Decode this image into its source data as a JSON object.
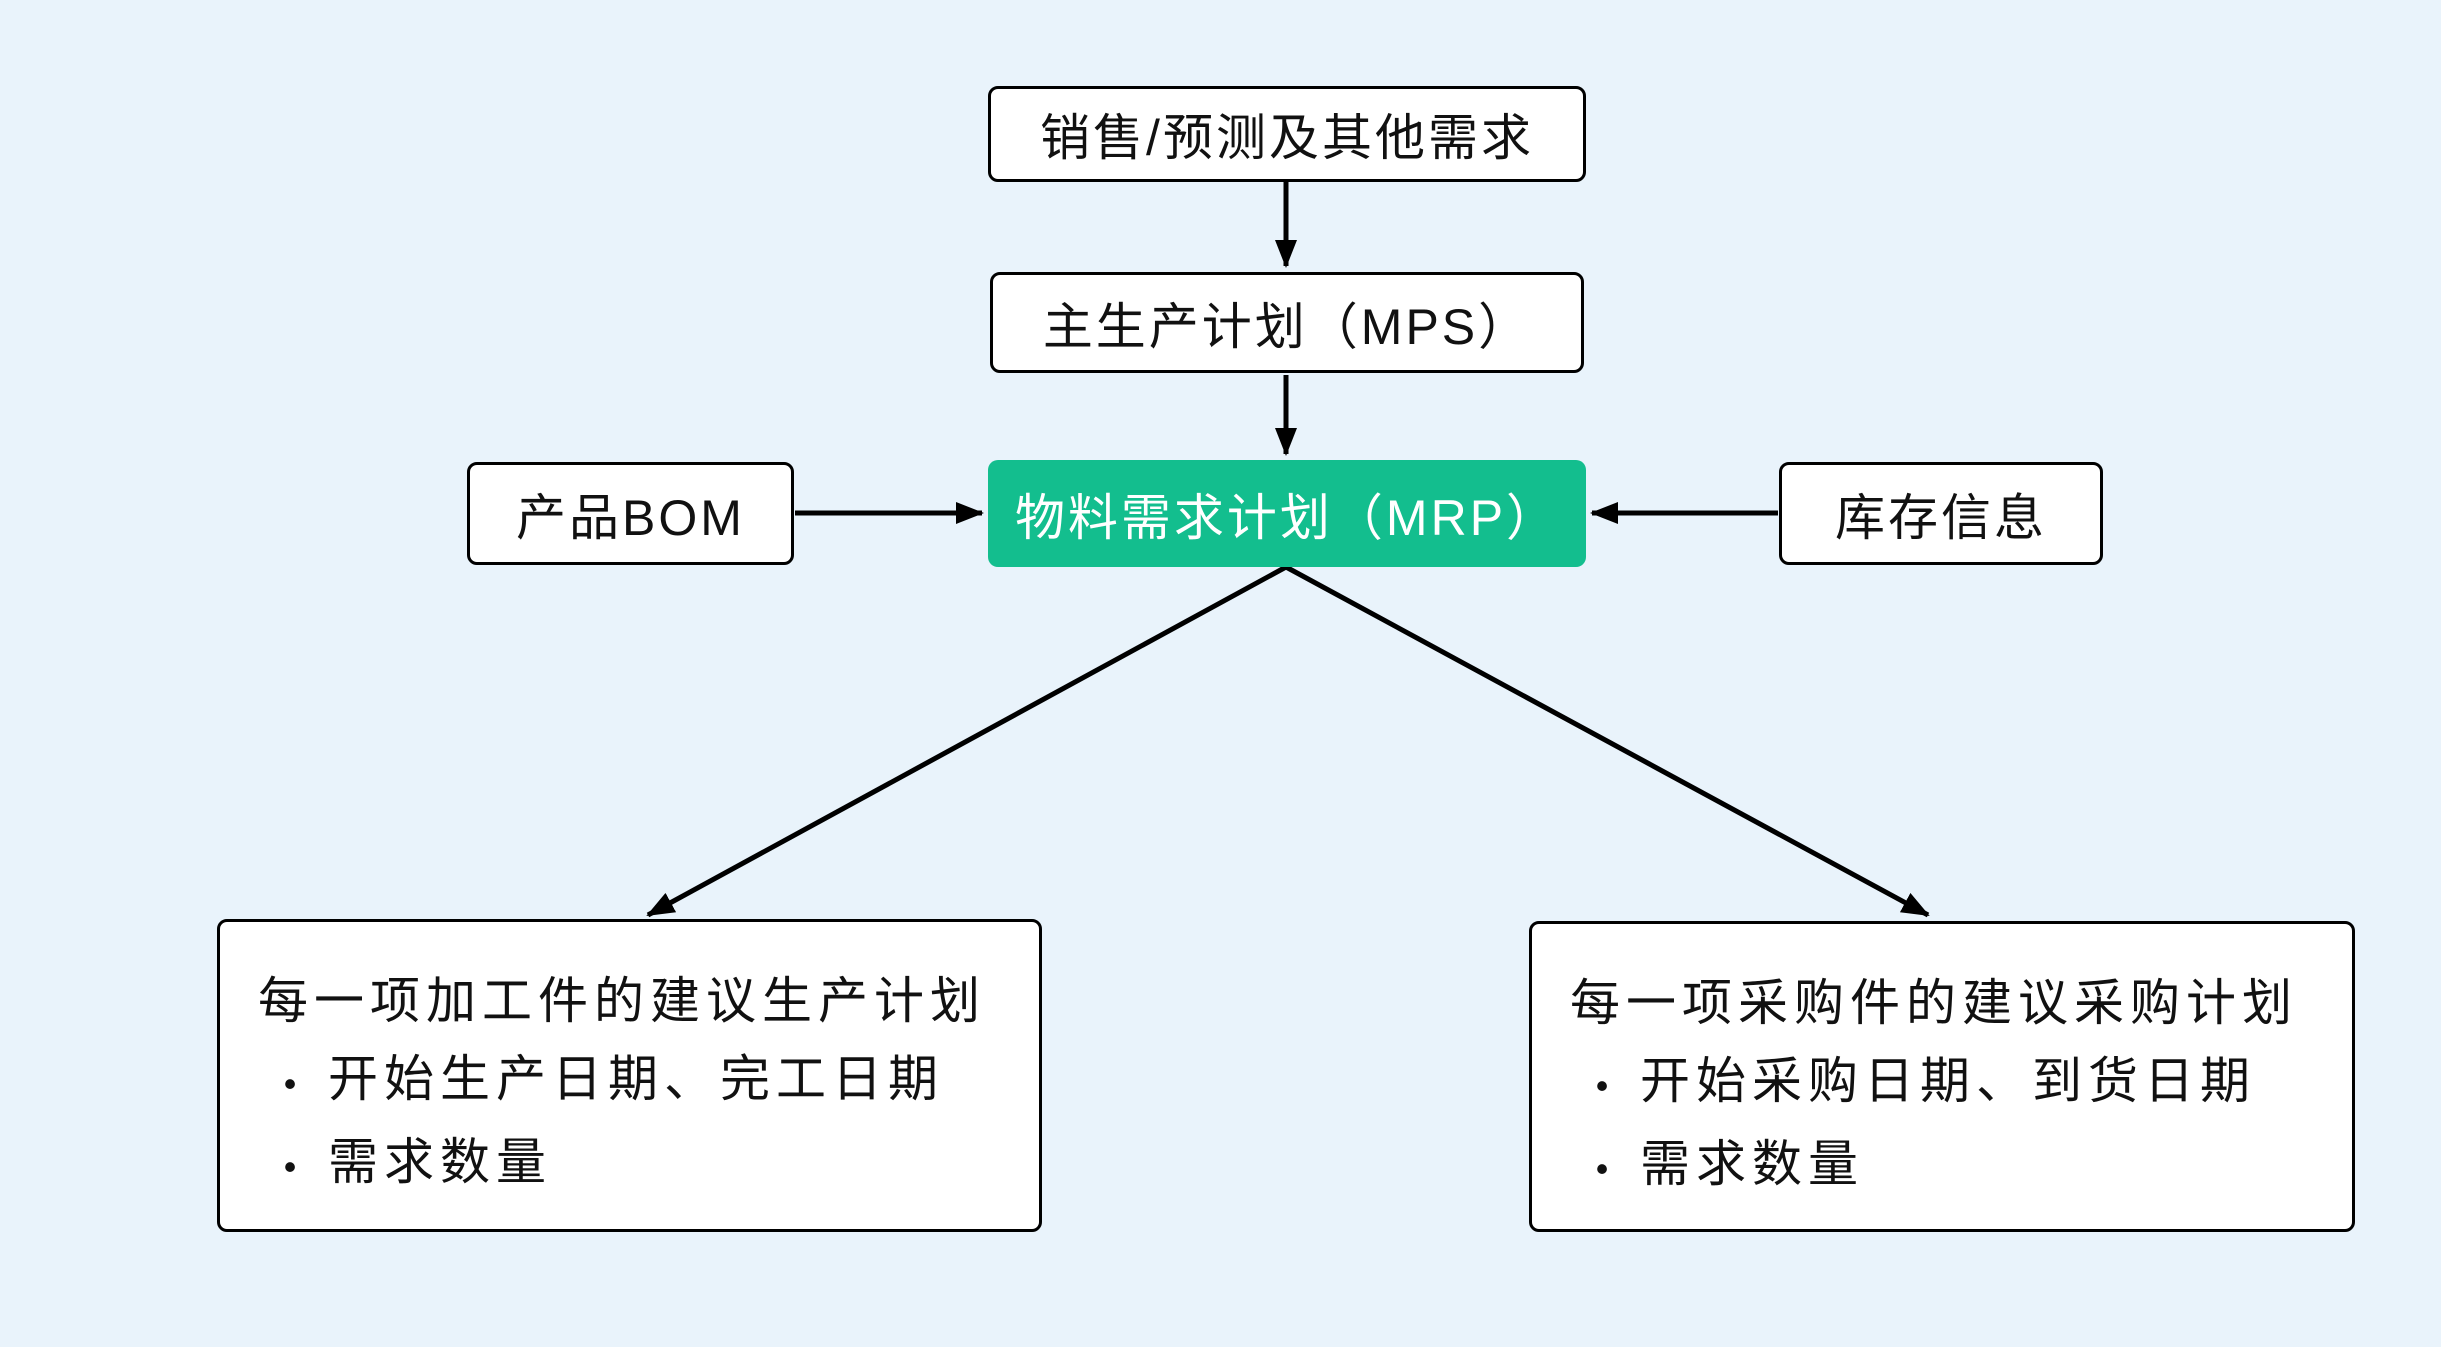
{
  "diagram": {
    "background_color": "#e9f3fb",
    "accent_green": "#13BE8E",
    "line_color": "#000000",
    "nodes": {
      "demand": {
        "label": "销售/预测及其他需求"
      },
      "mps": {
        "label": "主生产计划（MPS）"
      },
      "mrp": {
        "label": "物料需求计划（MRP）"
      },
      "bom": {
        "label": "产品BOM"
      },
      "inventory": {
        "label": "库存信息"
      },
      "production_plan": {
        "title": "每一项加工件的建议生产计划",
        "bullets": [
          "开始生产日期、完工日期",
          "需求数量"
        ]
      },
      "purchase_plan": {
        "title": "每一项采购件的建议采购计划",
        "bullets": [
          "开始采购日期、到货日期",
          "需求数量"
        ]
      }
    },
    "edges": [
      "demand -> mps",
      "mps -> mrp",
      "bom -> mrp",
      "inventory -> mrp",
      "mrp -> production_plan",
      "mrp -> purchase_plan"
    ]
  },
  "glyphs": {
    "bullet": "•"
  }
}
